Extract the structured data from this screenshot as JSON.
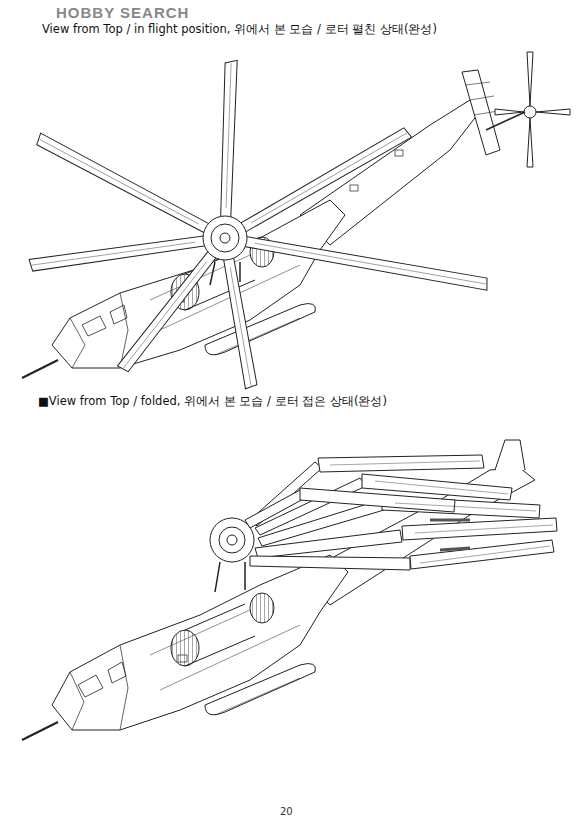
{
  "diagram": {
    "labels": [
      "HOBBY SEARCH",
      "View from Top / in flight position, 위에서 본 모습 / 로터 펼친 상태(완성)",
      "■View from Top / folded, 위에서 본 모습 / 로터 접은 상태(완성)",
      "20"
    ]
  }
}
